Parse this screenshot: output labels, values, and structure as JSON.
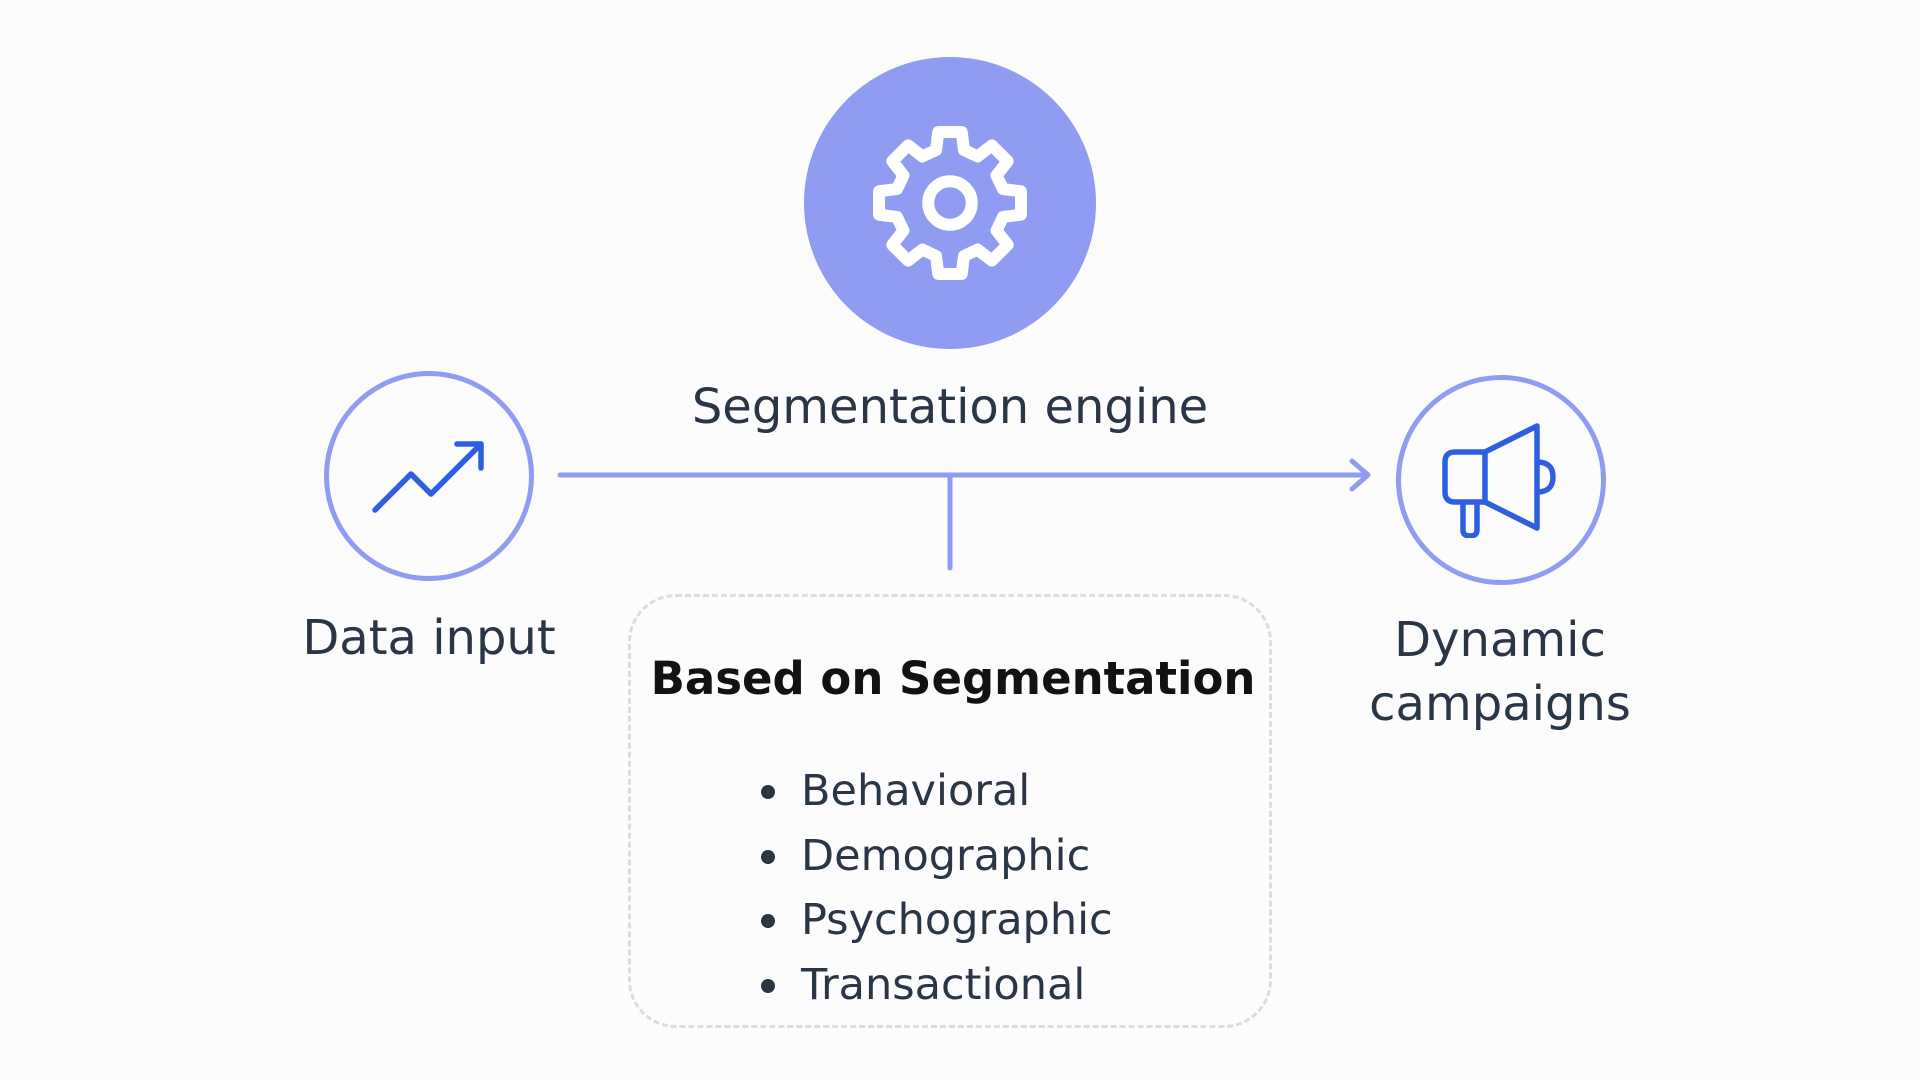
{
  "colors": {
    "accent": "#8f9cf2",
    "icon_blue": "#2f5fe0",
    "text": "#2a3645",
    "title_text": "#121212",
    "box_border": "#dcdcdf",
    "background": "#fcfcfd"
  },
  "icons": {
    "engine": "gear-icon",
    "input": "trend-up-icon",
    "output": "megaphone-icon"
  },
  "nodes": {
    "engine": {
      "label": "Segmentation engine"
    },
    "input": {
      "label": "Data input"
    },
    "output": {
      "label_line1": "Dynamic",
      "label_line2": "campaigns"
    }
  },
  "segmentation": {
    "title": "Based on Segmentation",
    "items": [
      "Behavioral",
      "Demographic",
      "Psychographic",
      "Transactional"
    ]
  }
}
